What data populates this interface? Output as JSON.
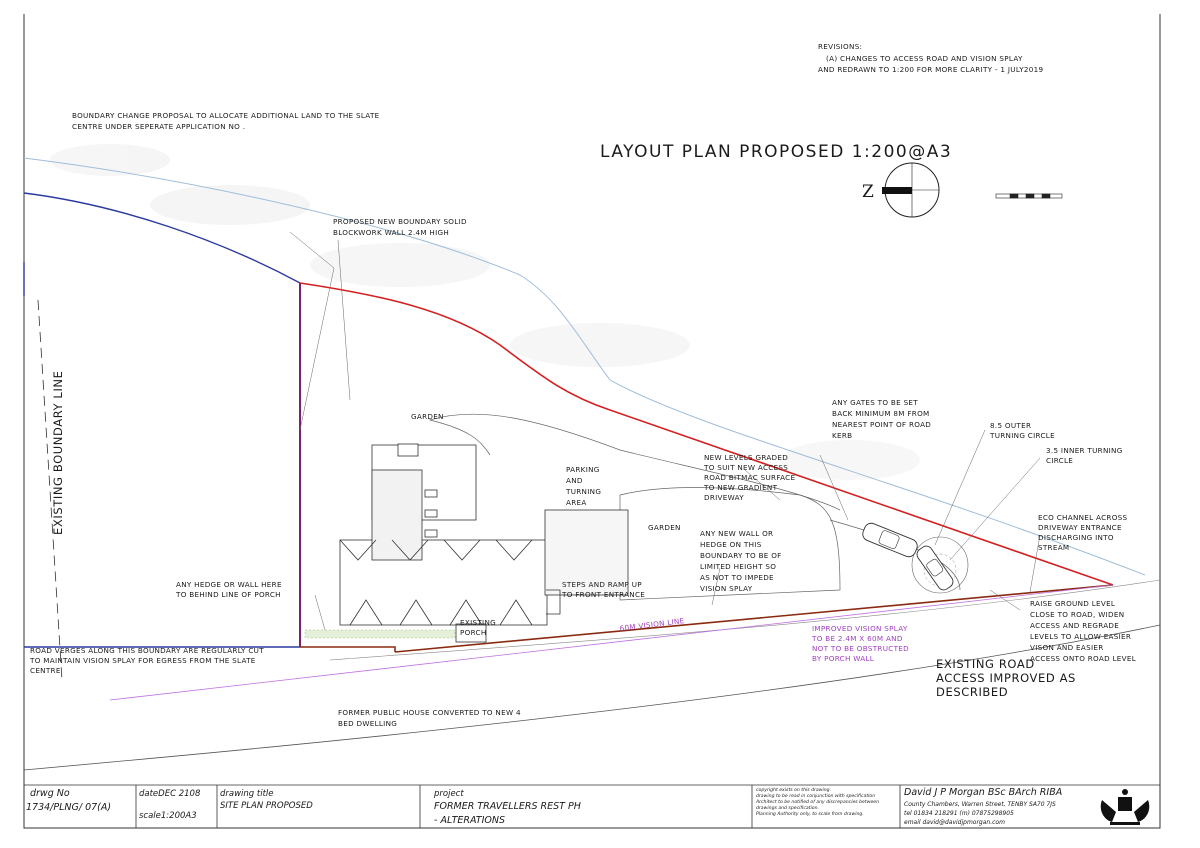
{
  "revisions": {
    "heading": "REVISIONS:",
    "line1": "(A)   CHANGES TO ACCESS ROAD AND VISION SPLAY",
    "line2": "AND REDRAWN TO 1:200 FOR MORE CLARITY - 1 JULY2019"
  },
  "title": "LAYOUT PLAN PROPOSED   1:200@A3",
  "north_label": "Z",
  "notes": {
    "boundary_change": [
      "BOUNDARY CHANGE PROPOSAL TO ALLOCATE ADDITIONAL LAND TO THE SLATE",
      "CENTRE UNDER SEPERATE APPLICATION NO ."
    ],
    "new_boundary": [
      "PROPOSED NEW BOUNDARY  SOLID",
      "BLOCKWORK WALL 2.4M HIGH"
    ],
    "existing_boundary": "EXISTING BOUNDARY LINE",
    "garden_top": "GARDEN",
    "parking": [
      "PARKING",
      "AND",
      "TURNING",
      "AREA"
    ],
    "garden_right": "GARDEN",
    "new_levels": [
      "NEW LEVELS GRADED",
      "TO SUIT NEW ACCESS",
      "ROAD BITMAC SURFACE",
      "TO NEW GRADIENT",
      "DRIVEWAY"
    ],
    "any_gates": [
      "ANY GATES TO BE SET",
      "BACK MINIMUM 8M FROM",
      "NEAREST POINT OF ROAD",
      "KERB"
    ],
    "outer_circle": [
      "8.5 OUTER",
      "TURNING CIRCLE"
    ],
    "inner_circle": [
      "3.5 INNER TURNING",
      "CIRCLE"
    ],
    "eco_channel": [
      "ECO CHANNEL ACROSS",
      "DRIVEWAY ENTRANCE",
      "DISCHARGING INTO",
      "STREAM"
    ],
    "new_wall": [
      "ANY NEW WALL OR",
      "HEDGE ON THIS",
      "BOUNDARY TO BE OF",
      "LIMITED HEIGHT SO",
      "AS NOT TO IMPEDE",
      "VISION SPLAY"
    ],
    "steps": [
      "STEPS AND RAMP UP",
      "TO FRONT ENTRANCE"
    ],
    "hedge_wall": [
      "ANY HEDGE OR WALL HERE",
      "TO BEHIND LINE OF PORCH"
    ],
    "porch": [
      "EXISTING",
      "PORCH"
    ],
    "vision_line": "60M VISION LINE",
    "improved_splay": [
      "IMPROVED VISION SPLAY",
      "TO BE 2.4M X 60M AND",
      "NOT TO BE OBSTRUCTED",
      "BY PORCH WALL"
    ],
    "raise_ground": [
      "RAISE GROUND LEVEL",
      "CLOSE TO ROAD,  WIDEN",
      "ACCESS  AND REGRADE",
      "LEVELS TO ALLOW EASIER",
      "VISON AND EASIER",
      "ACCESS ONTO ROAD LEVEL"
    ],
    "existing_road": [
      "EXISTING ROAD",
      "ACCESS IMPROVED AS",
      "DESCRIBED"
    ],
    "road_verges": [
      "ROAD VERGES ALONG THIS BOUNDARY ARE REGULARLY CUT",
      "TO MAINTAIN VISION SPLAY FOR EGRESS FROM THE SLATE",
      "CENTRE"
    ],
    "former_ph": [
      "FORMER PUBLIC HOUSE CONVERTED TO NEW 4",
      "BED DWELLING"
    ]
  },
  "title_block": {
    "drwg_label": "drwg No",
    "drwg_no": "1734/PLNG/ 07(A)",
    "date": "dateDEC 2108",
    "scale": "scale1:200A3",
    "drawing_title_label": "drawing title",
    "drawing_title": "SITE PLAN PROPOSED",
    "project_label": "project",
    "project_line1": "FORMER TRAVELLERS REST  PH",
    "project_line2": "-    ALTERATIONS",
    "copyright": [
      "copyright exists on this drawing.",
      "drawing to be read in conjunction with specification",
      "Architect to be notified of any discrepancies between",
      "drawings and specification.",
      "Planning Authority only, to scale from drawing."
    ],
    "architect": "David J P Morgan BSc BArch RIBA",
    "address": "County Chambers, Warren Street, TENBY SA70 7JS",
    "phone": "tel 01834 218291  (m) 07875298905",
    "email": "email  david@davidjpmorgan.com"
  },
  "colors": {
    "boundary_red": "#d42020",
    "existing_blue": "#2a3aa0",
    "splay_brown": "#8a2a10",
    "stream_blue": "#9fbedb",
    "vision_magenta": "#c070e0",
    "purple_wall": "#7a2070",
    "ink": "#1a1a1a"
  }
}
